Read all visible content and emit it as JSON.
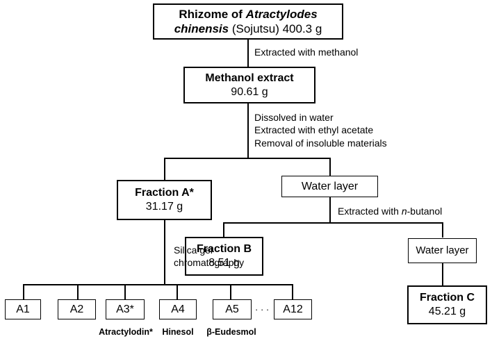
{
  "root": {
    "line1_prefix": "Rhizome of ",
    "line1_italic": "Atractylodes",
    "line2_italic": "chinensis",
    "line2_rest": " (Sojutsu) 400.3 g"
  },
  "step1": "Extracted with methanol",
  "methanol": {
    "title": "Methanol extract",
    "mass": "90.61 g"
  },
  "step2": [
    "Dissolved in water",
    "Extracted with ethyl acetate",
    "Removal of insoluble materials"
  ],
  "fractionA": {
    "title": "Fraction A*",
    "mass": "31.17 g"
  },
  "water1": "Water layer",
  "step3": {
    "prefix": "Extracted with ",
    "italic": "n",
    "rest": "-butanol"
  },
  "fractionB": {
    "title": "Fraction B",
    "mass": "8.51 g"
  },
  "water2": "Water layer",
  "fractionC": {
    "title": "Fraction C",
    "mass": "45.21 g"
  },
  "step4": [
    "Silica gel",
    "chromatography"
  ],
  "subfractions": [
    "A1",
    "A2",
    "A3*",
    "A4",
    "A5",
    "A12"
  ],
  "ellipsis": "· · ·",
  "compounds": {
    "A3": "Atractylodin*",
    "A4": "Hinesol",
    "A5": "β-Eudesmol"
  }
}
